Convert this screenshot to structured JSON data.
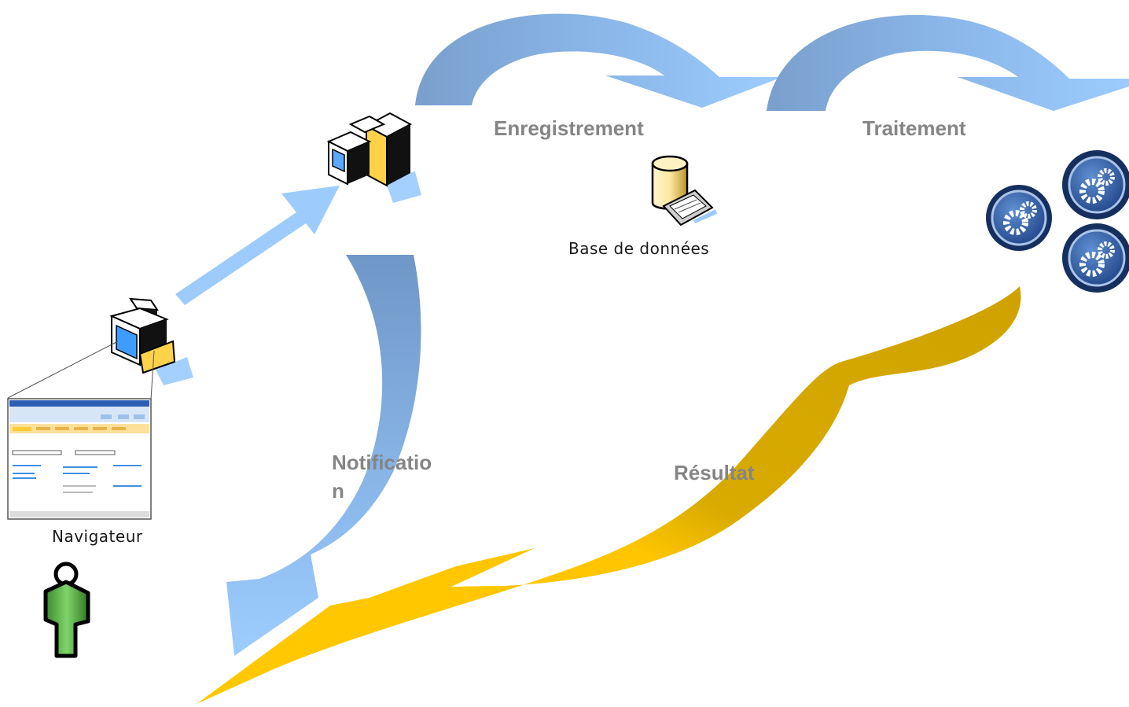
{
  "diagram": {
    "labels": {
      "enregistrement": "Enregistrement",
      "traitement": "Traitement",
      "notification": "Notificatio\nn",
      "notification_line1": "Notificatio",
      "notification_line2": "n",
      "resultat": "Résultat"
    },
    "captions": {
      "database": "Base de données",
      "browser": "Navigateur"
    },
    "icons": [
      "server-icon",
      "workstation-icon",
      "database-icon",
      "browser-window-icon",
      "user-icon",
      "gears-icon"
    ],
    "colors": {
      "arrow_blue_light": "#99CCFF",
      "arrow_blue_dark": "#7FA3CC",
      "arrow_gold": "#FFC600",
      "arrow_gold_dark": "#D0A400",
      "label_gray": "#858585"
    }
  }
}
